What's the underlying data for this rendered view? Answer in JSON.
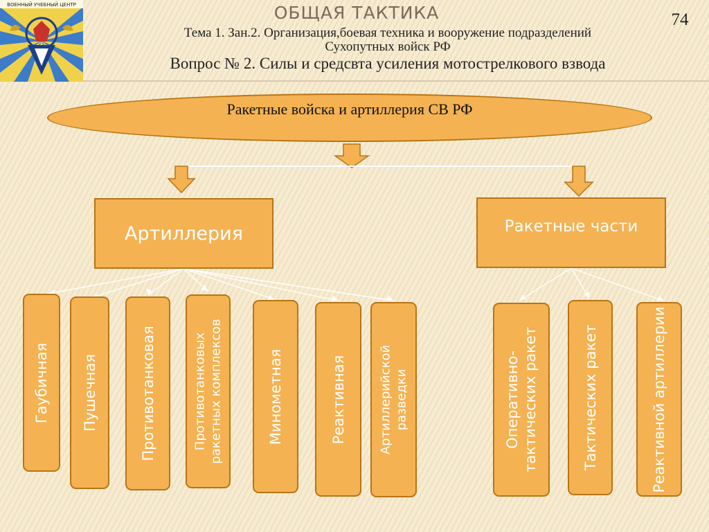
{
  "header": {
    "title": "ОБЩАЯ ТАКТИКА",
    "slide_number": "74",
    "subtitle_line1": "Тема 1. Зан.2. Организация,боевая техника и вооружение подразделений",
    "subtitle_line2": "Сухопутных войск РФ",
    "question": "Вопрос № 2. Силы и средсвта усиления мотострелкового взвода",
    "logo_text": "ВОЕННЫЙ УЧЕБНЫЙ ЦЕНТР"
  },
  "diagram": {
    "root": "Ракетные войска и артиллерия СВ РФ",
    "branches": [
      {
        "label": "Артиллерия",
        "children": [
          [
            "Гаубичная"
          ],
          [
            "Пушечная"
          ],
          [
            "Противотанковая"
          ],
          [
            "Противотанковых",
            "ракетных комплексов"
          ],
          [
            "Минометная"
          ],
          [
            "Реактивная"
          ],
          [
            "Артиллерийской",
            "разведки"
          ]
        ]
      },
      {
        "label": "Ракетные части",
        "children": [
          [
            "Оперативно-",
            "тактических ракет"
          ],
          [
            "Тактических ракет"
          ],
          [
            "Реактивной артиллерии"
          ]
        ]
      }
    ]
  },
  "colors": {
    "node_fill": "#f4b252",
    "node_border": "#b87414",
    "arrow_fill": "#f4b252"
  }
}
